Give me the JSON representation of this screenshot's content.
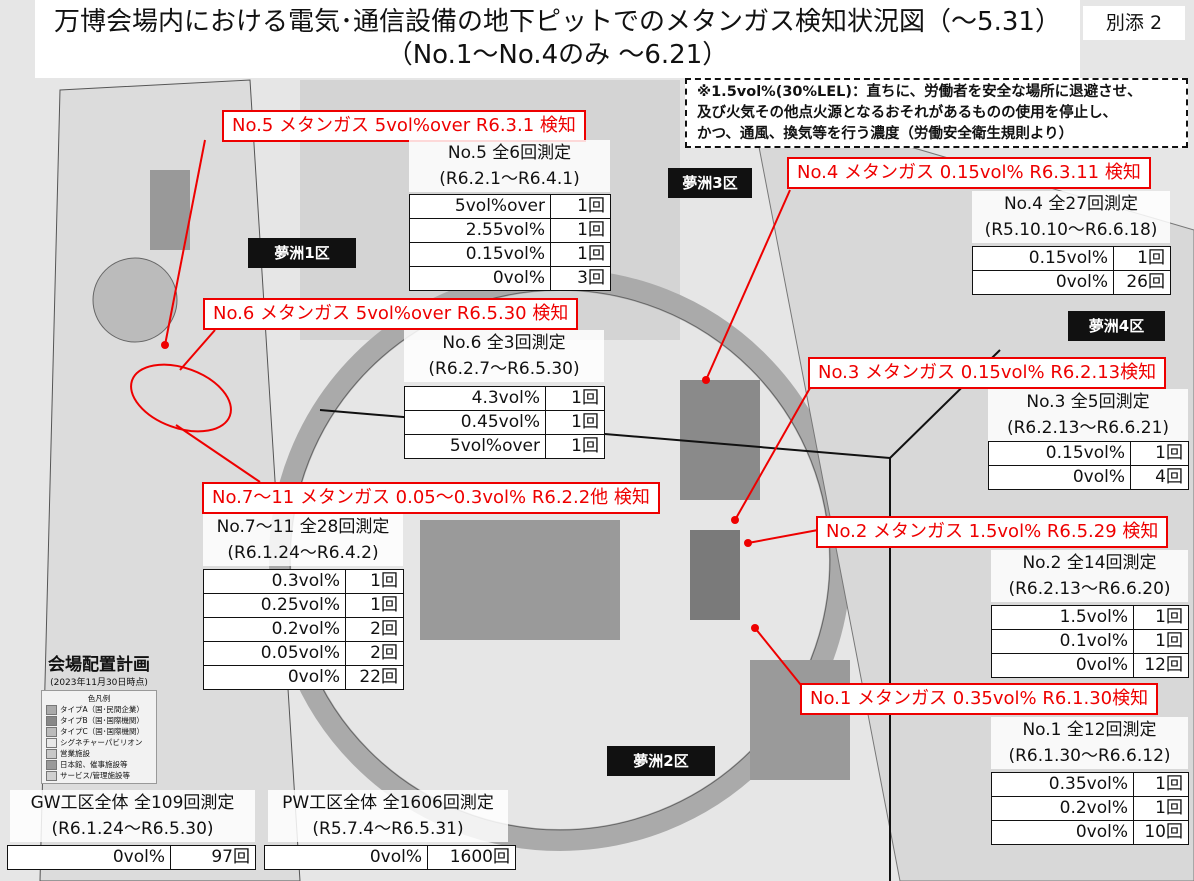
{
  "title": {
    "line1": "万博会場内における電気･通信設備の地下ピットでのメタンガス検知状況図（～5.31）",
    "line2": "（No.1～No.4のみ ～6.21）"
  },
  "annex": "別添 2",
  "notice": {
    "line1": "※1.5vol%(30%LEL)：直ちに、労働者を安全な場所に退避させ、",
    "line2": "及び火気その他点火源となるおそれがあるものの使用を停止し、",
    "line3": "かつ、通風、換気等を行う濃度（労働安全衛生規則より）"
  },
  "zones": [
    "夢洲1区",
    "夢洲2区",
    "夢洲3区",
    "夢洲4区"
  ],
  "colors": {
    "alert": "#e00000",
    "zone_bg": "#111111"
  },
  "detections": [
    {
      "label": "No.5 メタンガス 5vol%over R6.3.1 検知",
      "title": "No.5 全6回測定",
      "period": "(R6.2.1～R6.4.1)",
      "rows": [
        [
          "5vol%over",
          "1回"
        ],
        [
          "2.55vol%",
          "1回"
        ],
        [
          "0.15vol%",
          "1回"
        ],
        [
          "0vol%",
          "3回"
        ]
      ]
    },
    {
      "label": "No.6 メタンガス 5vol%over R6.5.30 検知",
      "title": "No.6 全3回測定",
      "period": "(R6.2.7～R6.5.30)",
      "rows": [
        [
          "4.3vol%",
          "1回"
        ],
        [
          "0.45vol%",
          "1回"
        ],
        [
          "5vol%over",
          "1回"
        ]
      ]
    },
    {
      "label": "No.7～11 メタンガス 0.05～0.3vol% R6.2.2他 検知",
      "title": "No.7～11 全28回測定",
      "period": "(R6.1.24～R6.4.2)",
      "rows": [
        [
          "0.3vol%",
          "1回"
        ],
        [
          "0.25vol%",
          "1回"
        ],
        [
          "0.2vol%",
          "2回"
        ],
        [
          "0.05vol%",
          "2回"
        ],
        [
          "0vol%",
          "22回"
        ]
      ]
    },
    {
      "label": "No.4 メタンガス 0.15vol% R6.3.11 検知",
      "title": "No.4 全27回測定",
      "period": "(R5.10.10～R6.6.18)",
      "rows": [
        [
          "0.15vol%",
          "1回"
        ],
        [
          "0vol%",
          "26回"
        ]
      ]
    },
    {
      "label": "No.3 メタンガス 0.15vol% R6.2.13検知",
      "title": "No.3 全5回測定",
      "period": "(R6.2.13～R6.6.21)",
      "rows": [
        [
          "0.15vol%",
          "1回"
        ],
        [
          "0vol%",
          "4回"
        ]
      ]
    },
    {
      "label": "No.2 メタンガス 1.5vol% R6.5.29 検知",
      "title": "No.2 全14回測定",
      "period": "(R6.2.13～R6.6.20)",
      "rows": [
        [
          "1.5vol%",
          "1回"
        ],
        [
          "0.1vol%",
          "1回"
        ],
        [
          "0vol%",
          "12回"
        ]
      ]
    },
    {
      "label": "No.1 メタンガス 0.35vol%  R6.1.30検知",
      "title": "No.1 全12回測定",
      "period": "(R6.1.30～R6.6.12)",
      "rows": [
        [
          "0.35vol%",
          "1回"
        ],
        [
          "0.2vol%",
          "1回"
        ],
        [
          "0vol%",
          "10回"
        ]
      ]
    }
  ],
  "totals": [
    {
      "title": "GW工区全体 全109回測定",
      "period": "(R6.1.24～R6.5.30)",
      "rows": [
        [
          "0vol%",
          "97回"
        ]
      ]
    },
    {
      "title": "PW工区全体 全1606回測定",
      "period": "(R5.7.4～R6.5.31)",
      "rows": [
        [
          "0vol%",
          "1600回"
        ]
      ]
    }
  ],
  "legend": {
    "title": "会場配置計画",
    "date": "(2023年11月30日時点)",
    "heading": "色凡例",
    "items": [
      "タイプA（国･民間企業）",
      "タイプB（国･国際機関）",
      "タイプC（国･国際機関）",
      "シグネチャーパビリオン",
      "営業施設",
      "日本館、催事施設等",
      "サービス/管理施設等"
    ]
  }
}
